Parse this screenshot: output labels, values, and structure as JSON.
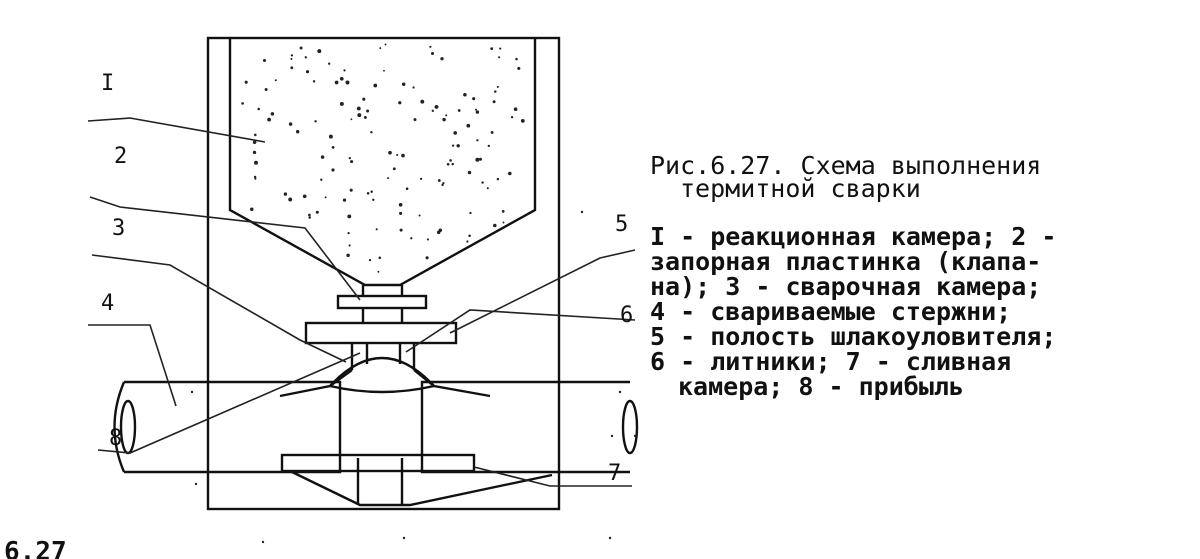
{
  "caption": {
    "title_line1": "Рис.6.27. Схема выполнения",
    "title_line2": "термитной сварки"
  },
  "legend": {
    "lines": [
      "I - реакционная камера; 2 -",
      "запорная пластинка (клапа-",
      "на); 3 - сварочная камера;",
      "4 - свариваемые стержни;",
      "5 - полость шлакоуловителя;",
      "6 - литники; 7 - сливная",
      "камера; 8 - прибыль"
    ]
  },
  "labels": {
    "l1": "I",
    "l2": "2",
    "l3": "3",
    "l4": "4",
    "l5": "5",
    "l6": "6",
    "l7": "7",
    "l8": "8"
  },
  "fragment": "6.27"
}
